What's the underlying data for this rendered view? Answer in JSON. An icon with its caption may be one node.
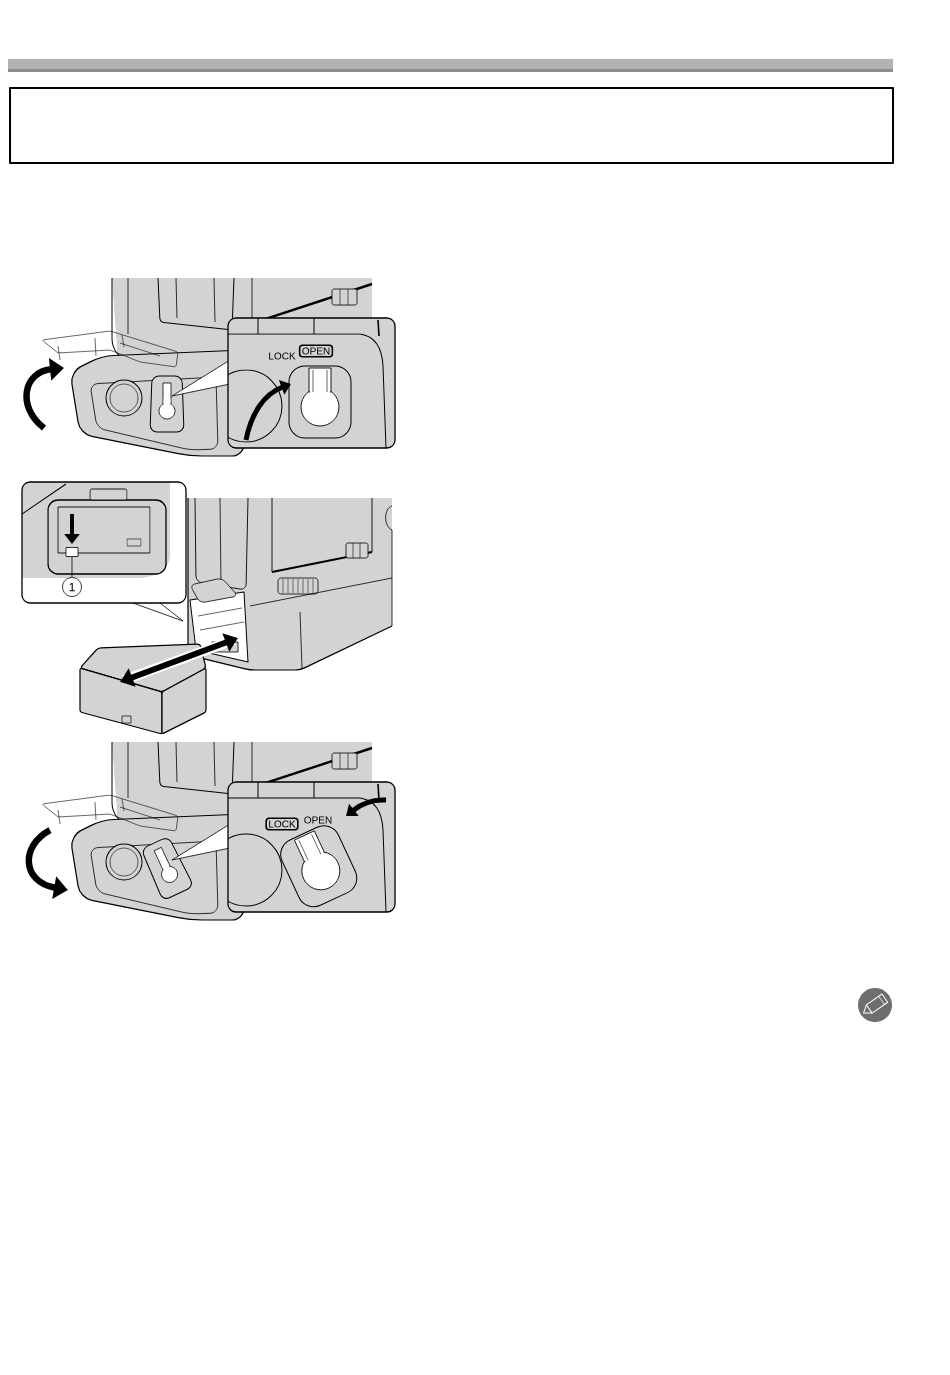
{
  "diagram": {
    "nodes": [
      {
        "text": [
          "OPEN"
        ]
      },
      {
        "text": [],
        "shape": "box"
      },
      {
        "text": [
          "1"
        ]
      },
      {
        "text": [
          "LOCK"
        ]
      }
    ],
    "edges": [
      {
        "from": 2,
        "to": 1,
        "arrow": "none"
      }
    ],
    "labels": [
      "LOCK",
      "OPEN"
    ]
  }
}
